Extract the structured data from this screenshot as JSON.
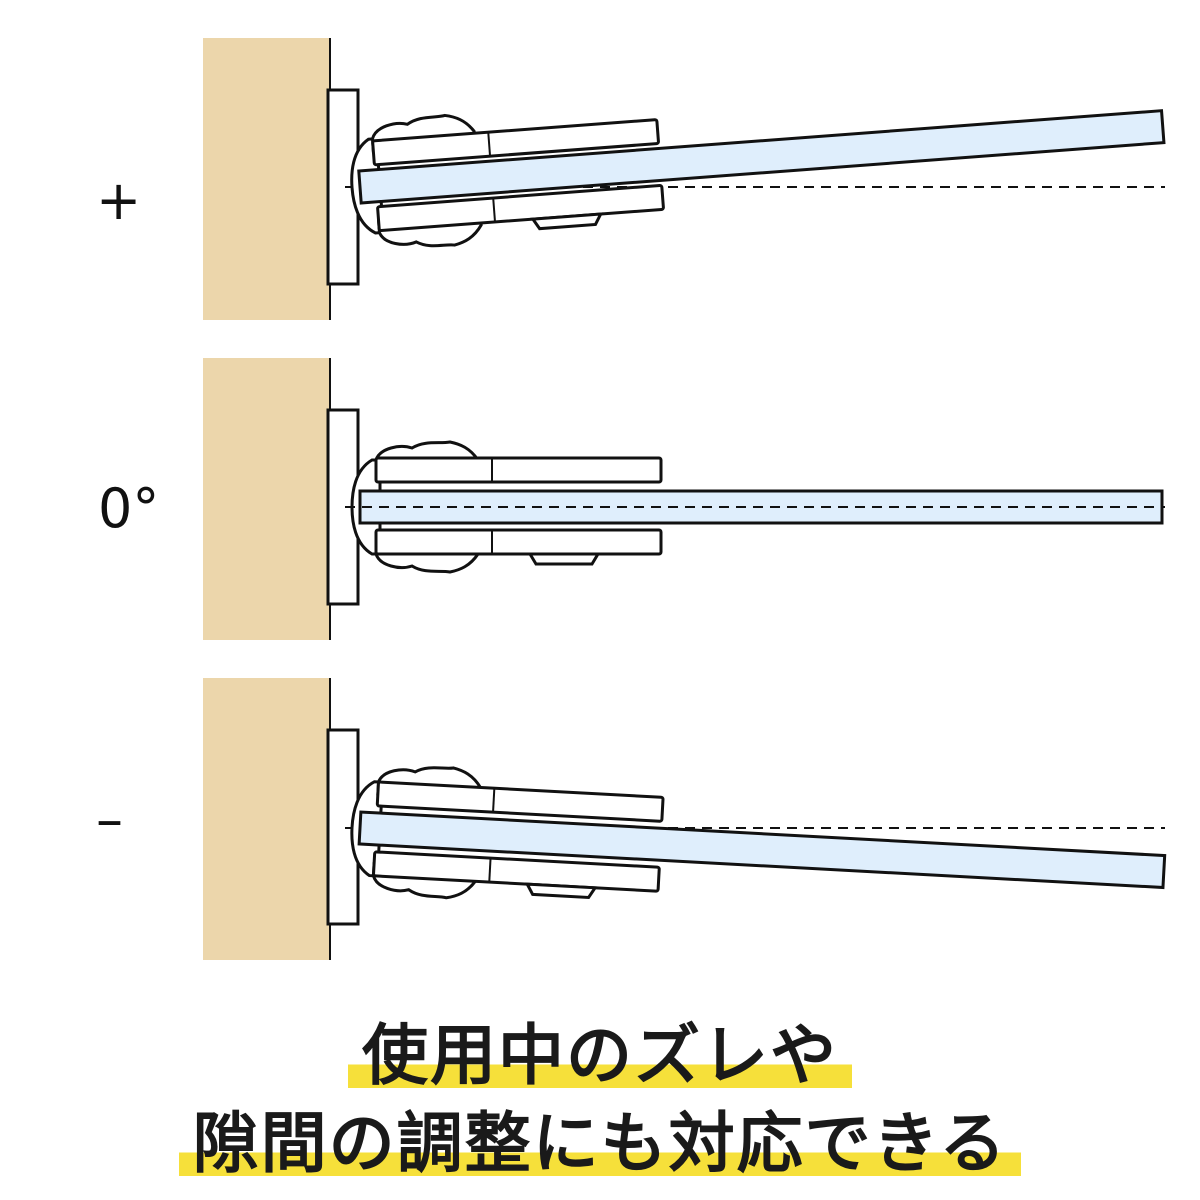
{
  "labels": {
    "plus": "+",
    "zero": "0°",
    "minus": "–"
  },
  "caption": {
    "line1": "使用中のズレや",
    "line2": "隙間の調整にも対応できる"
  },
  "colors": {
    "wall": "#ecd6ab",
    "glass": "#dfeefc",
    "outline": "#111111",
    "highlight": "#f6e03a"
  },
  "panels": [
    {
      "id": "plus",
      "tilt_deg": -4.3
    },
    {
      "id": "zero",
      "tilt_deg": 0
    },
    {
      "id": "minus",
      "tilt_deg": 3.1
    }
  ]
}
